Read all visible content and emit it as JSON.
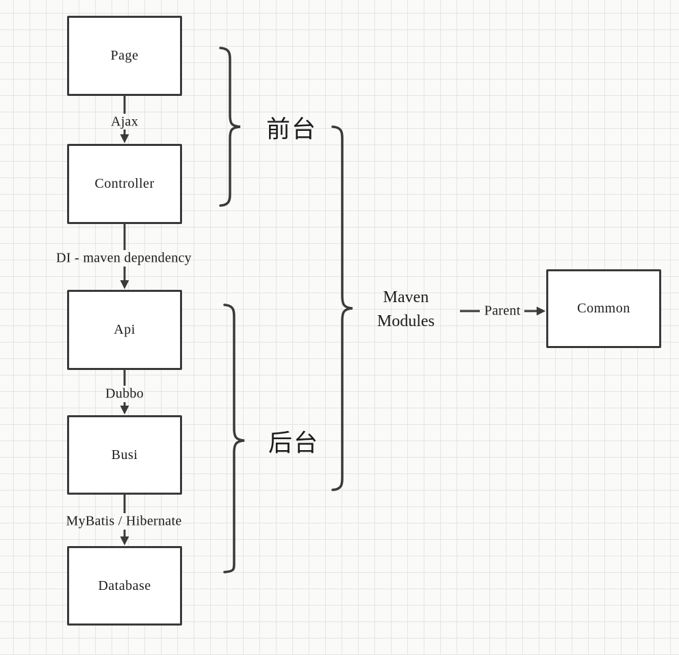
{
  "diagram": {
    "nodes": {
      "page": {
        "label": "Page"
      },
      "controller": {
        "label": "Controller"
      },
      "api": {
        "label": "Api"
      },
      "busi": {
        "label": "Busi"
      },
      "database": {
        "label": "Database"
      },
      "common": {
        "label": "Common"
      }
    },
    "edges": {
      "ajax": {
        "label": "Ajax",
        "from": "page",
        "to": "controller"
      },
      "di": {
        "label": "DI - maven dependency",
        "from": "controller",
        "to": "api"
      },
      "dubbo": {
        "label": "Dubbo",
        "from": "api",
        "to": "busi"
      },
      "orm": {
        "label": "MyBatis / Hibernate",
        "from": "busi",
        "to": "database"
      },
      "parent": {
        "label": "Parent",
        "from": "maven_modules",
        "to": "common"
      }
    },
    "groups": {
      "frontend": {
        "label": "前台",
        "members": [
          "page",
          "controller"
        ]
      },
      "backend": {
        "label": "后台",
        "members": [
          "api",
          "busi",
          "database"
        ]
      },
      "maven": {
        "label": "Maven Modules",
        "members": [
          "frontend",
          "backend"
        ]
      }
    }
  },
  "colors": {
    "stroke": "#3a3a3a",
    "text": "#1c1c1c",
    "node_fill": "#ffffff",
    "background": "#fafaf9",
    "grid": "#e5e5e4"
  }
}
